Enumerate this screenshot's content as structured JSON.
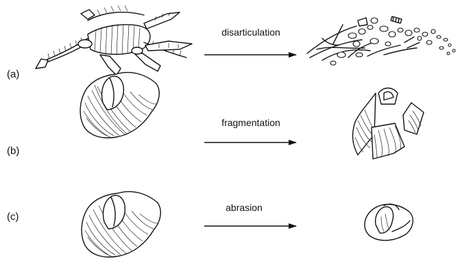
{
  "rows": [
    {
      "label": "(a)",
      "process": "disarticulation"
    },
    {
      "label": "(b)",
      "process": "fragmentation"
    },
    {
      "label": "(c)",
      "process": "abrasion"
    }
  ],
  "colors": {
    "ink": "#111111",
    "background": "#ffffff"
  },
  "icons": [
    "plesiosaur-skeleton",
    "scattered-bones",
    "bivalve-shell",
    "shell-fragments",
    "abraded-shell",
    "arrow-right"
  ]
}
